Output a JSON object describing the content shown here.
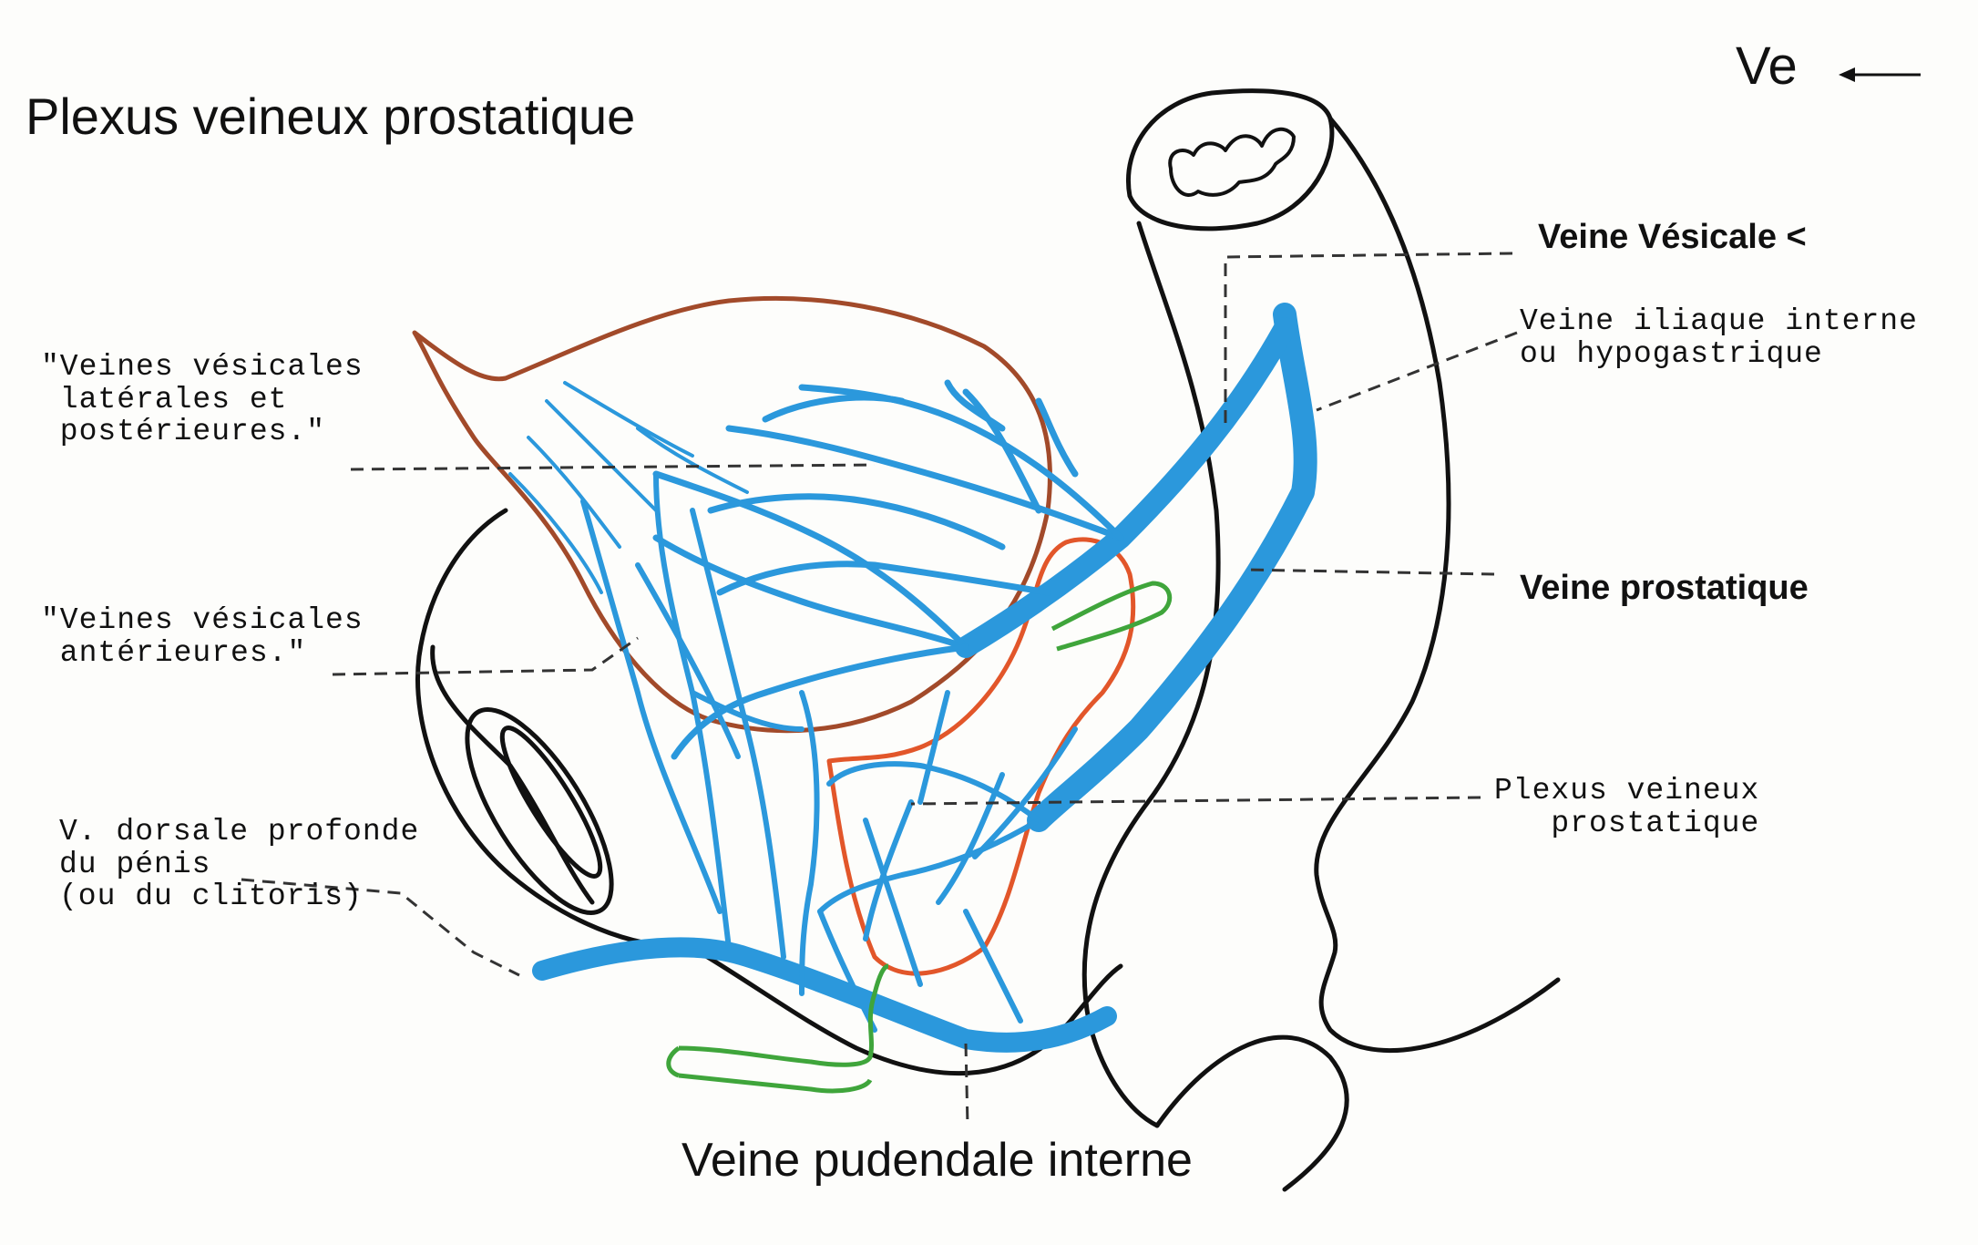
{
  "title": "Plexus veineux prostatique",
  "orientation": {
    "label": "Ve",
    "arrow": "left-arrow"
  },
  "labels": {
    "veine_vesicale": "Veine Vésicale <",
    "veine_iliaque": "Veine iliaque interne\nou hypogastrique",
    "veines_vesicales_laterales": "\"Veines vésicales\n latérales et\n postérieures.\"",
    "veines_vesicales_anterieures": "\"Veines vésicales\n antérieures.\"",
    "veine_prostatique": "Veine prostatique",
    "plexus_veineux": "Plexus veineux\nprostatique",
    "v_dorsale": "V. dorsale profonde\ndu pénis\n(ou du clitoris)",
    "veine_pudendale": "Veine pudendale interne"
  },
  "colors": {
    "veins": "#2b98dc",
    "bladder_outline": "#a24a2a",
    "prostate_outline": "#e2562a",
    "pudendal_artery": "#3fa53b",
    "outline": "#111111",
    "leader": "#333333"
  }
}
